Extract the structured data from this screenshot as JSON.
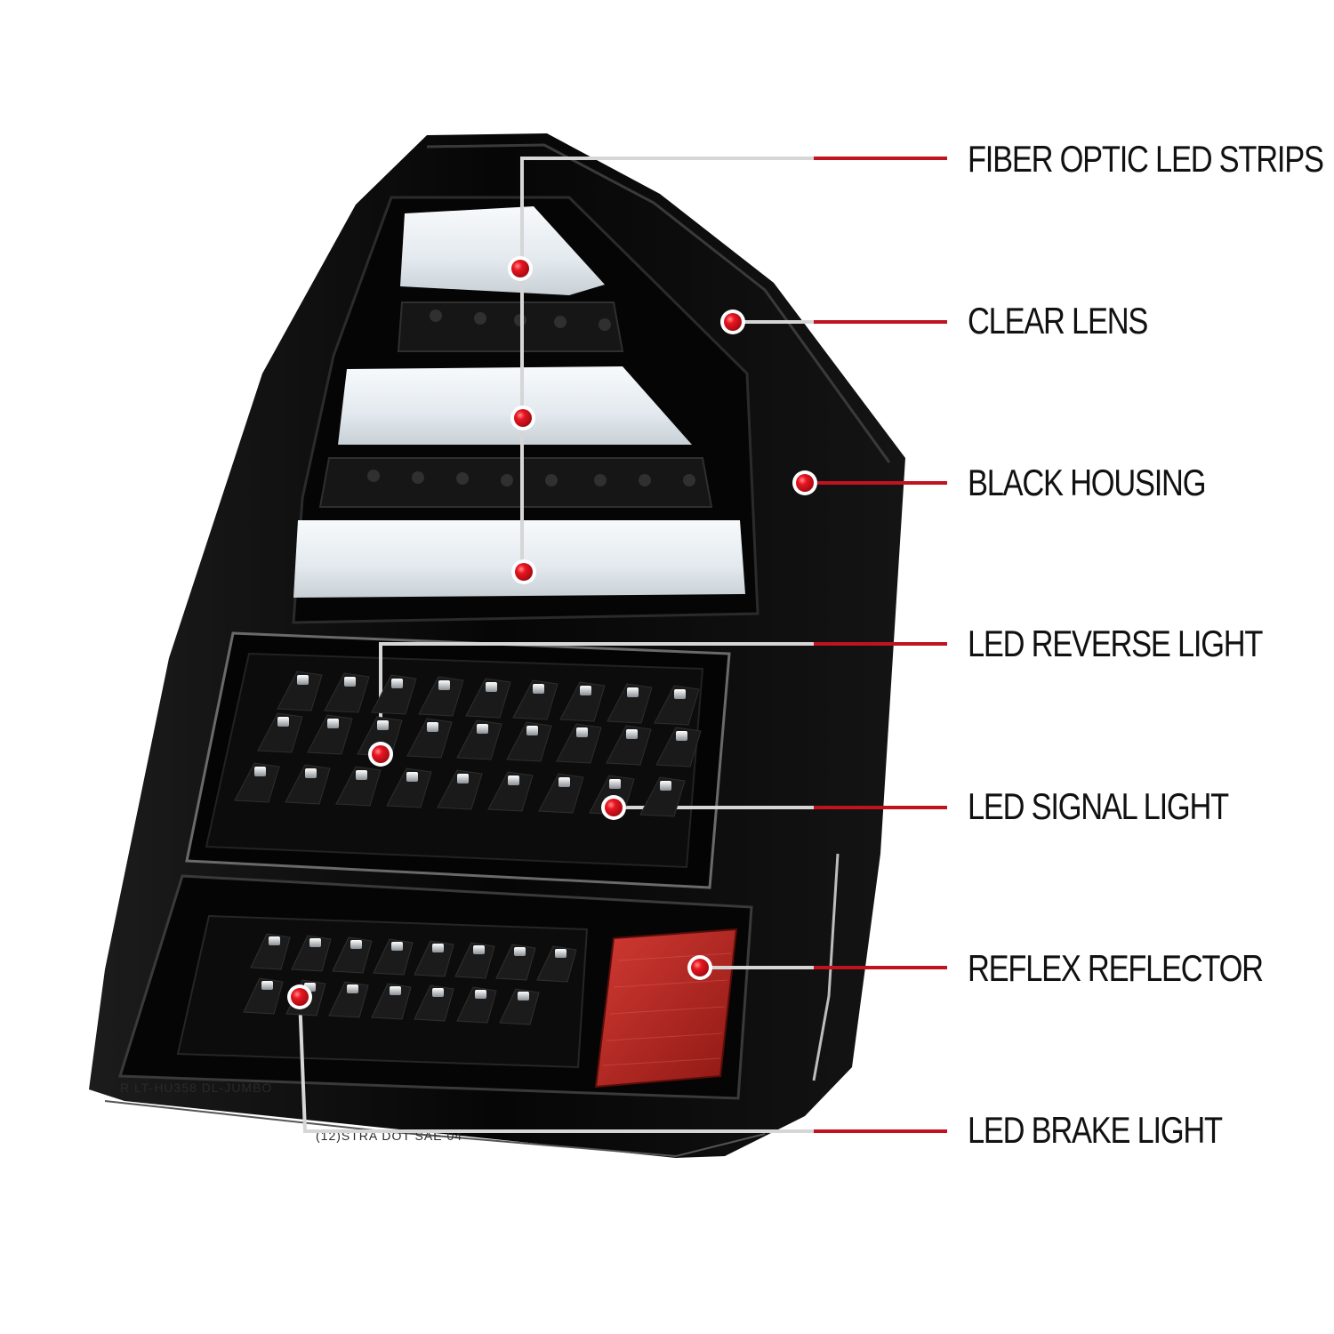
{
  "colors": {
    "housing": "#0b0b0b",
    "accent_line": "#c1121f",
    "marker": "#e0141e",
    "reflector": "#b3201c",
    "light_strip": "#e9eef2",
    "background": "#ffffff"
  },
  "callouts": [
    {
      "id": "fiber-optic-led-strips",
      "label": "FIBER OPTIC LED STRIPS"
    },
    {
      "id": "clear-lens",
      "label": "CLEAR LENS"
    },
    {
      "id": "black-housing",
      "label": "BLACK HOUSING"
    },
    {
      "id": "led-reverse-light",
      "label": "LED REVERSE LIGHT"
    },
    {
      "id": "led-signal-light",
      "label": "LED SIGNAL LIGHT"
    },
    {
      "id": "reflex-reflector",
      "label": "REFLEX REFLECTOR"
    },
    {
      "id": "led-brake-light",
      "label": "LED BRAKE LIGHT"
    }
  ]
}
